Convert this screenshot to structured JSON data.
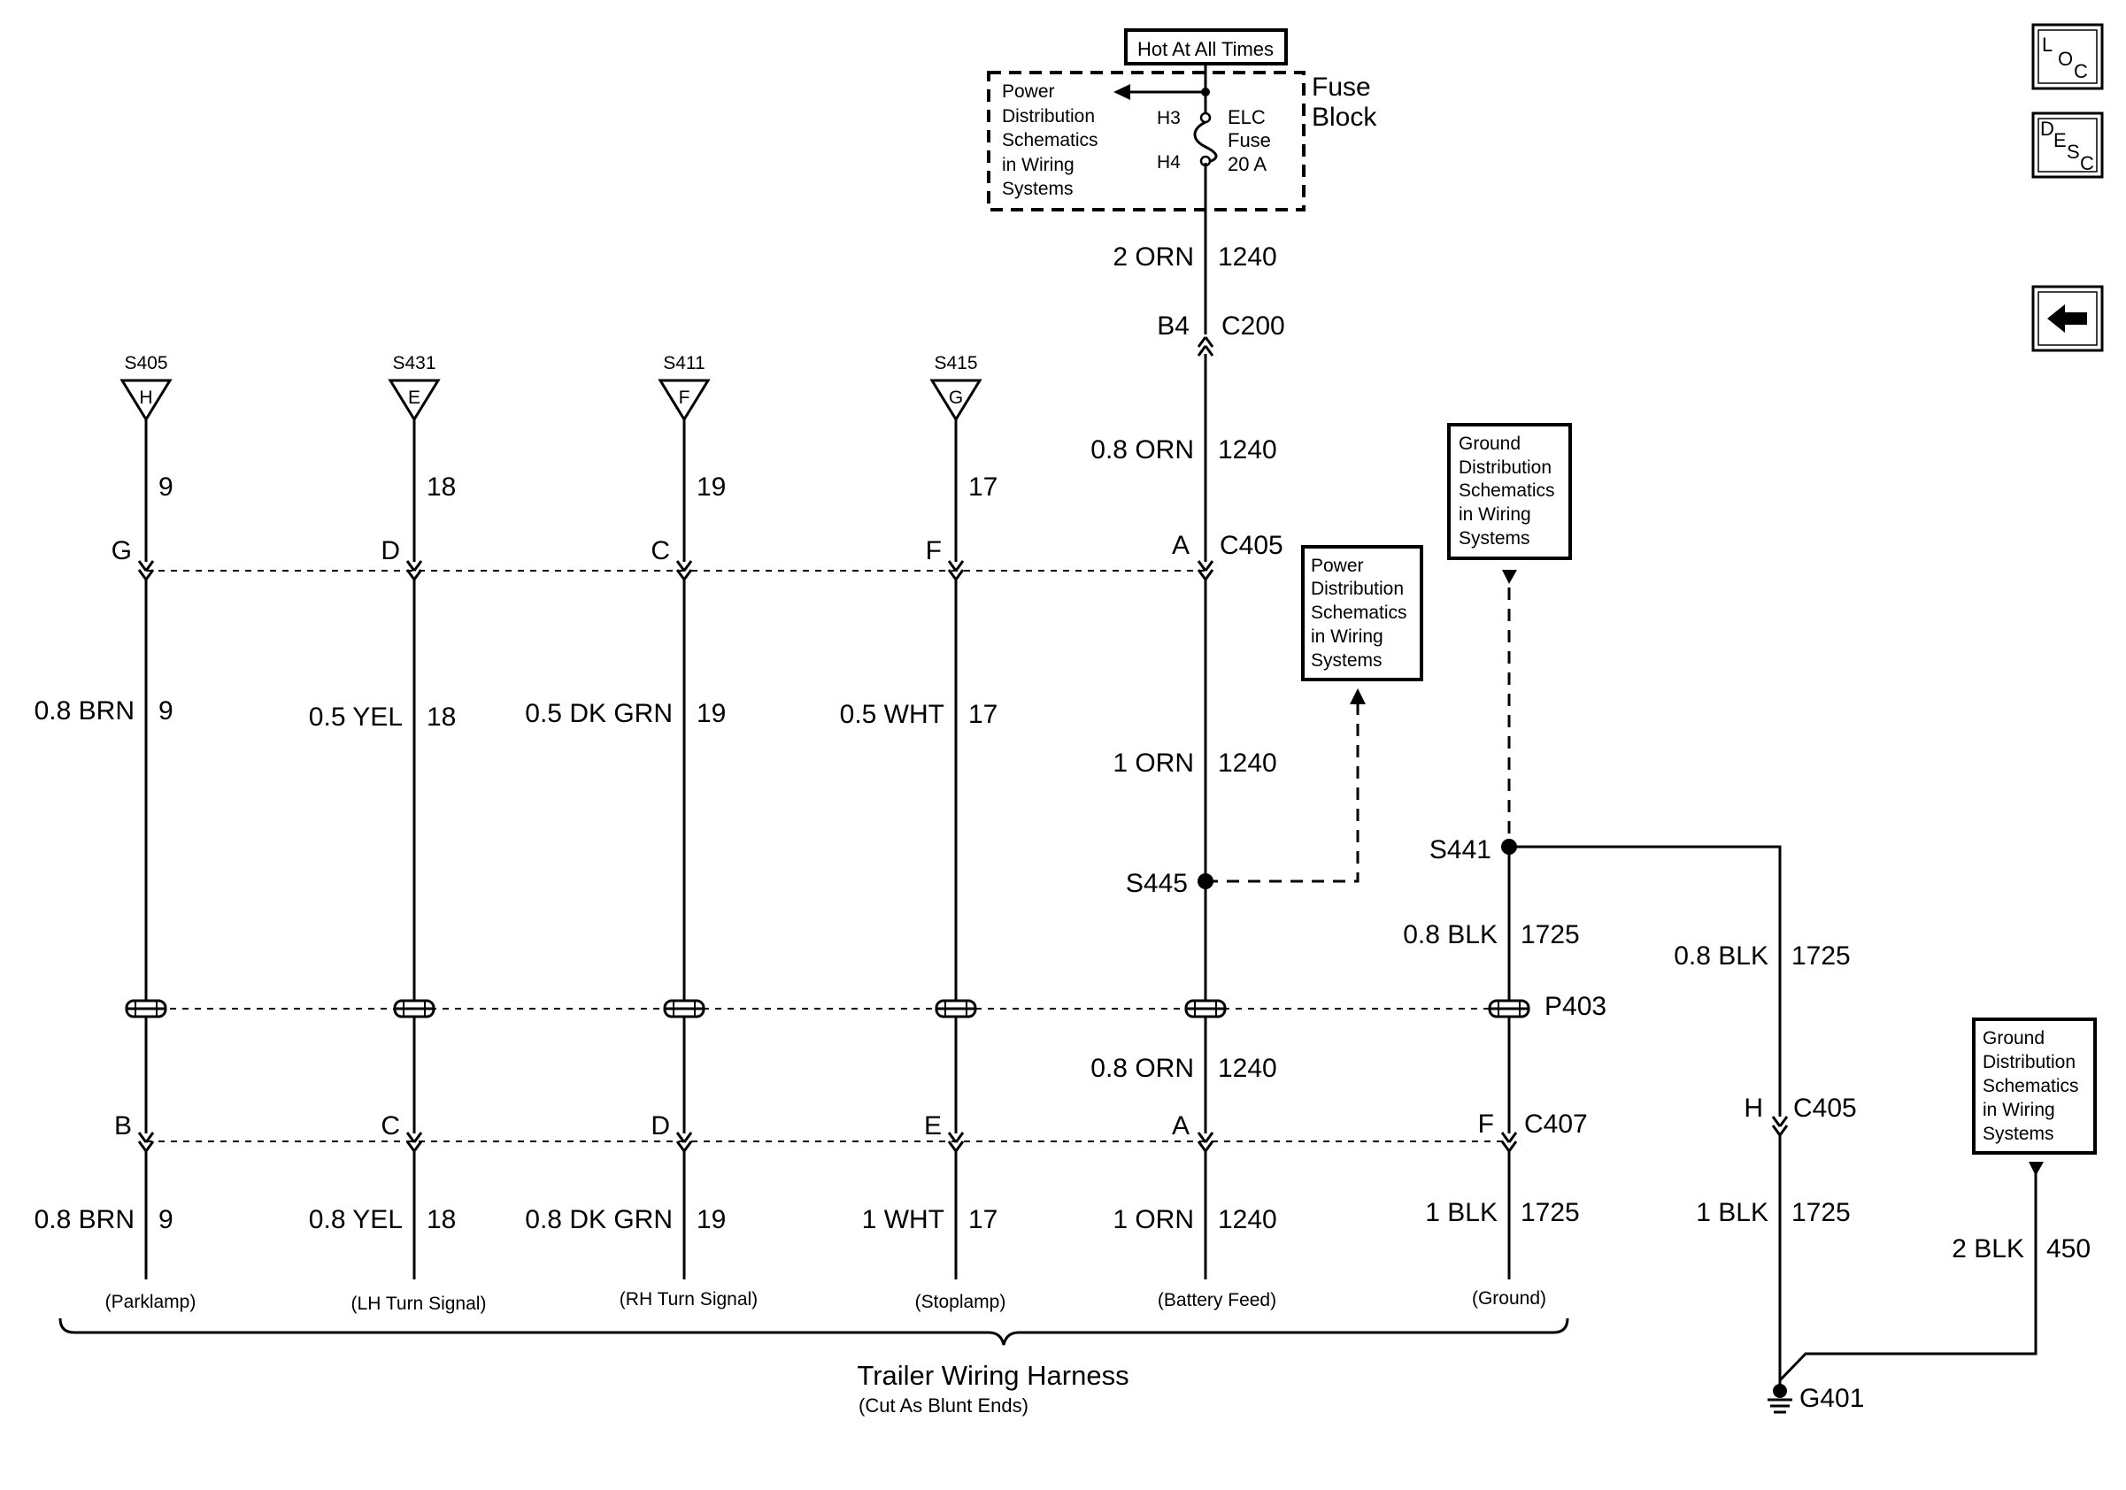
{
  "fuse_block": {
    "hot_label": "Hot At All Times",
    "title": [
      "Fuse",
      "Block"
    ],
    "ref_text": [
      "Power",
      "Distribution",
      "Schematics",
      "in Wiring",
      "Systems"
    ],
    "pin_top": "H3",
    "pin_bottom": "H4",
    "fuse_name": [
      "ELC",
      "Fuse",
      "20 A"
    ]
  },
  "nav": {
    "loc_icon": [
      "L",
      "O",
      "C"
    ],
    "desc_icon": [
      "D",
      "E",
      "S",
      "C"
    ],
    "back_icon": "left-arrow-icon"
  },
  "feed": {
    "w1": [
      "2 ORN",
      "1240"
    ],
    "c200_pin": "B4",
    "c200": "C200",
    "w2": [
      "0.8 ORN",
      "1240"
    ],
    "c405_pin": "A",
    "c405": "C405",
    "w3": [
      "1 ORN",
      "1240"
    ],
    "s445": "S445",
    "w4": [
      "0.8 ORN",
      "1240"
    ],
    "c407_pin": "A",
    "w5": [
      "1 ORN",
      "1240"
    ],
    "func": "(Battery Feed)"
  },
  "power_ref": [
    "Power",
    "Distribution",
    "Schematics",
    "in Wiring",
    "Systems"
  ],
  "ground_ref_top": [
    "Ground",
    "Distribution",
    "Schematics",
    "in Wiring",
    "Systems"
  ],
  "ground_ref_bottom": [
    "Ground",
    "Distribution",
    "Schematics",
    "in Wiring",
    "Systems"
  ],
  "circuits": [
    {
      "splice": "S405",
      "letter": "H",
      "num": "9",
      "c405_pin": "G",
      "mid": [
        "0.8 BRN",
        "9"
      ],
      "c407_pin": "B",
      "bot": [
        "0.8 BRN",
        "9"
      ],
      "func": "(Parklamp)"
    },
    {
      "splice": "S431",
      "letter": "E",
      "num": "18",
      "c405_pin": "D",
      "mid": [
        "0.5 YEL",
        "18"
      ],
      "c407_pin": "C",
      "bot": [
        "0.8 YEL",
        "18"
      ],
      "func": "(LH Turn Signal)"
    },
    {
      "splice": "S411",
      "letter": "F",
      "num": "19",
      "c405_pin": "C",
      "mid": [
        "0.5 DK GRN",
        "19"
      ],
      "c407_pin": "D",
      "bot": [
        "0.8 DK GRN",
        "19"
      ],
      "func": "(RH Turn Signal)"
    },
    {
      "splice": "S415",
      "letter": "G",
      "num": "17",
      "c405_pin": "F",
      "mid": [
        "0.5 WHT",
        "17"
      ],
      "c407_pin": "E",
      "bot": [
        "1 WHT",
        "17"
      ],
      "func": "(Stoplamp)"
    }
  ],
  "ground": {
    "s441": "S441",
    "w1": [
      "0.8 BLK",
      "1725"
    ],
    "p403": "P403",
    "c407_pin": "F",
    "c407": "C407",
    "w2": [
      "1 BLK",
      "1725"
    ],
    "func": "(Ground)",
    "r1": [
      "0.8 BLK",
      "1725"
    ],
    "r_c405_pin": "H",
    "r_c405": "C405",
    "r2": [
      "1 BLK",
      "1725"
    ],
    "g1": [
      "2 BLK",
      "450"
    ],
    "g401": "G401"
  },
  "harness": {
    "title": "Trailer Wiring Harness",
    "subtitle": "(Cut As Blunt Ends)"
  }
}
